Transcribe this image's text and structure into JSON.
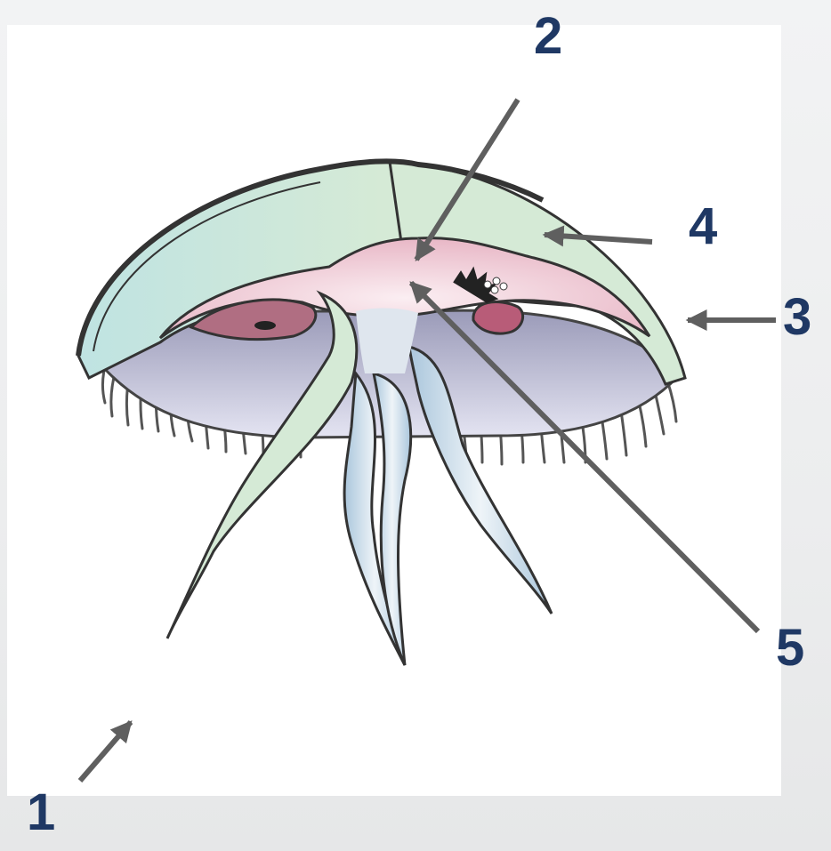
{
  "labels": [
    {
      "id": "1",
      "text": "1"
    },
    {
      "id": "2",
      "text": "2"
    },
    {
      "id": "3",
      "text": "3"
    },
    {
      "id": "4",
      "text": "4"
    },
    {
      "id": "5",
      "text": "5"
    }
  ],
  "colors": {
    "label_text": "#1f3864",
    "arrow": "#5f5f5f",
    "mesoglea": "#d5ead6",
    "gastric_cavity": "#f0c9d4",
    "ectoderm_edge": "#bfe3e2",
    "subumbrella": "#d0d0e6",
    "oral_arms": "#c4d8e6"
  }
}
